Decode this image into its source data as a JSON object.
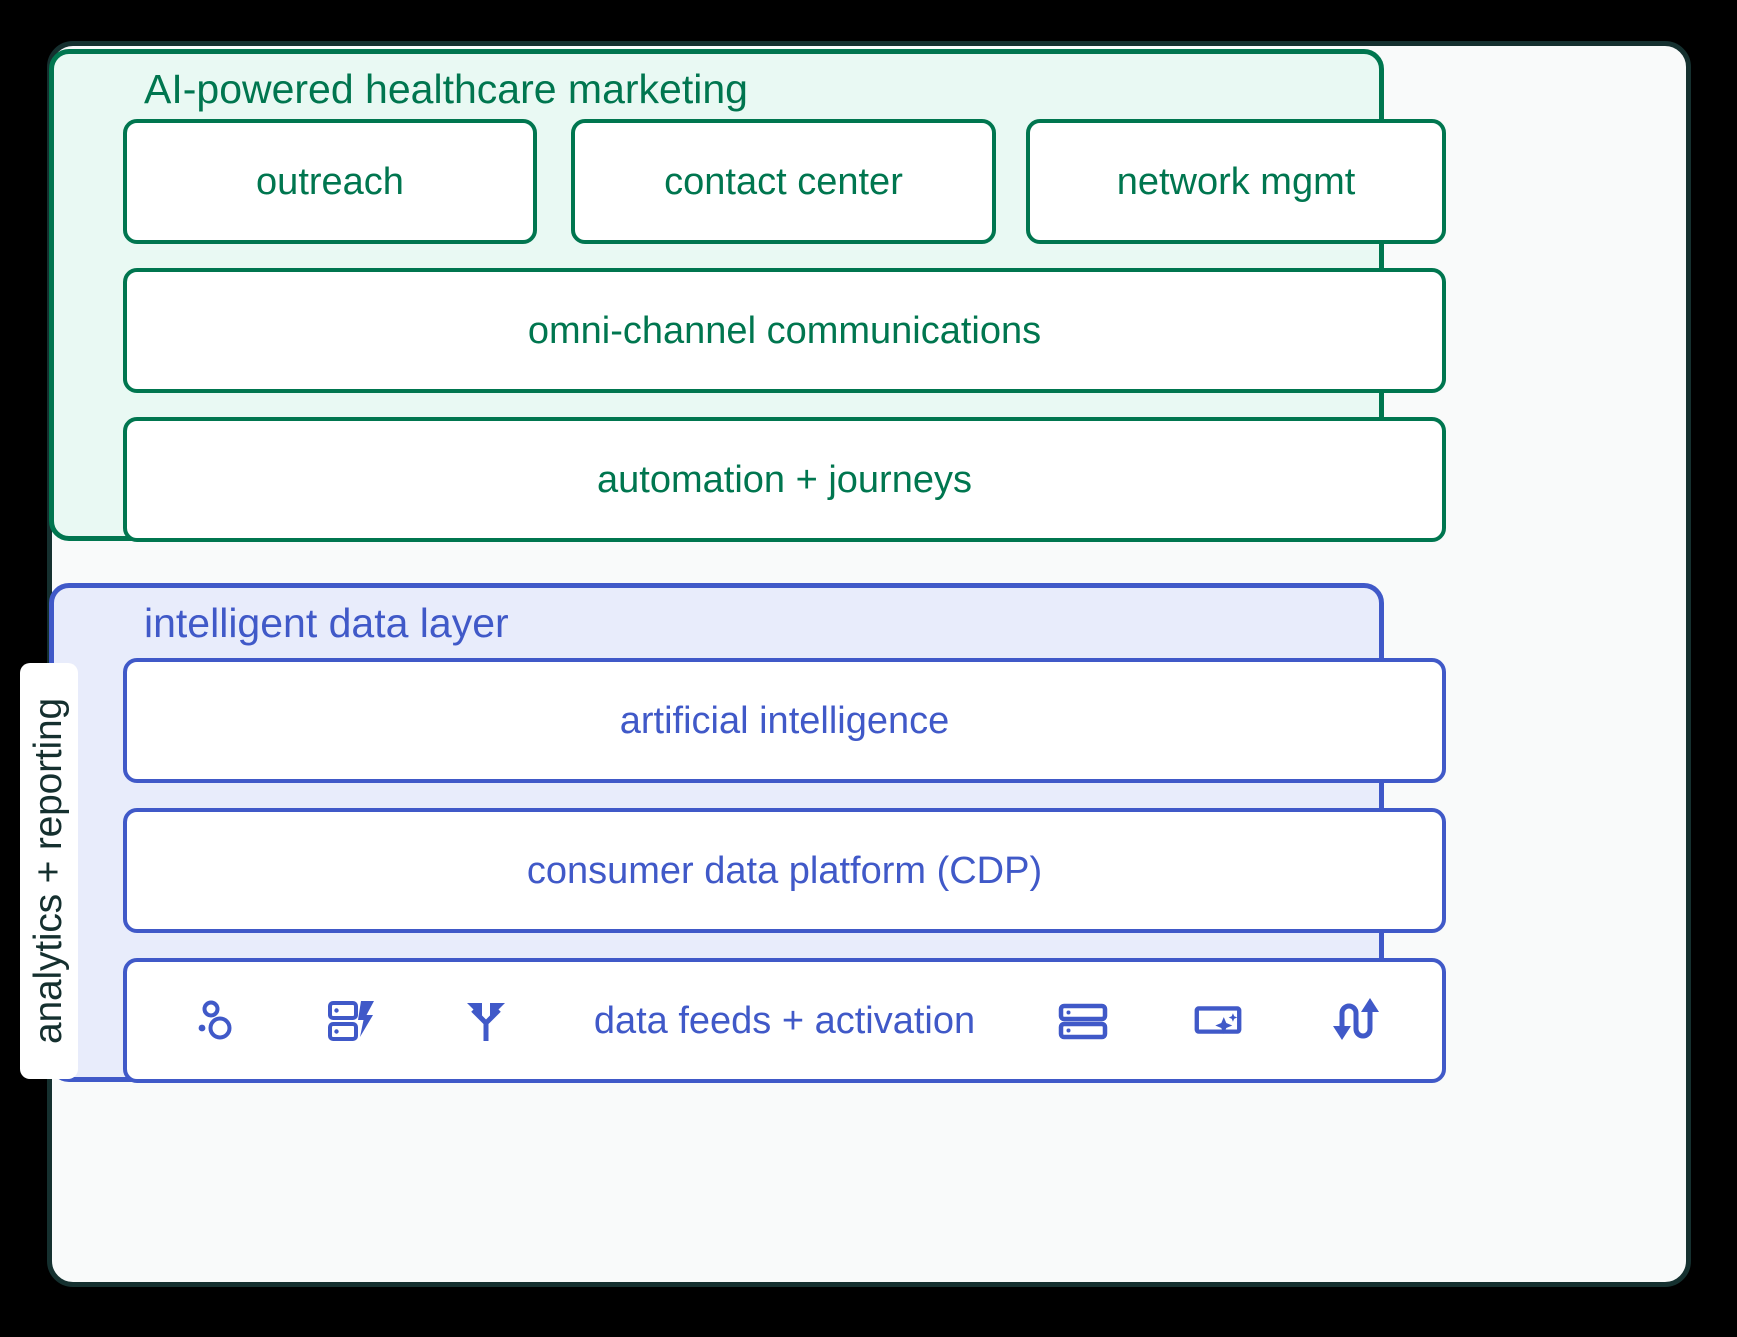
{
  "colors": {
    "green_accent": "#00764f",
    "green_fill": "#e9f9f3",
    "blue_accent": "#4059c8",
    "blue_fill": "#e8ecfb",
    "outer_border": "#15302f",
    "outer_fill": "#f9fafa",
    "box_fill": "#ffffff"
  },
  "side_label": {
    "text": "analytics + reporting"
  },
  "groups": [
    {
      "id": "ai-powered-healthcare-marketing",
      "legend": "AI-powered healthcare marketing",
      "accent": "#00764f",
      "rows": [
        {
          "type": "triple",
          "boxes": [
            {
              "label": "outreach"
            },
            {
              "label": "contact center"
            },
            {
              "label": "network mgmt"
            }
          ]
        },
        {
          "type": "single",
          "label": "omni-channel communications"
        },
        {
          "type": "single",
          "label": "automation + journeys"
        }
      ]
    },
    {
      "id": "intelligent-data-layer",
      "legend": "intelligent data layer",
      "accent": "#4059c8",
      "rows": [
        {
          "type": "single",
          "label": "artificial intelligence"
        },
        {
          "type": "single",
          "label": "consumer data platform (CDP)"
        },
        {
          "type": "icon-row",
          "label": "data feeds + activation",
          "icons_left": [
            "bubble-chart-icon",
            "database-lightning-icon",
            "call-split-icon"
          ],
          "icons_right": [
            "storage-stack-icon",
            "display-sparkle-icon",
            "swap-vertical-icon"
          ]
        }
      ]
    }
  ]
}
